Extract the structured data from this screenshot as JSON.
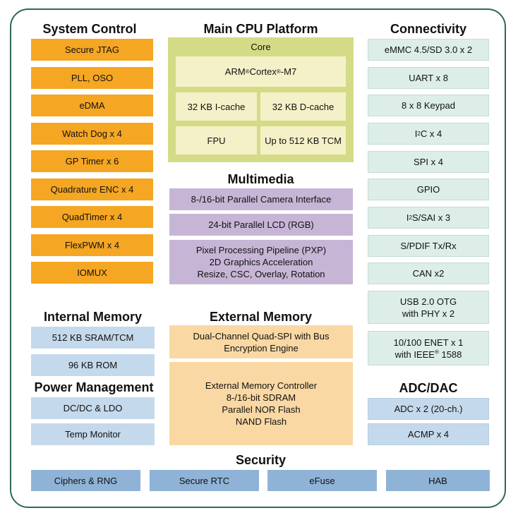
{
  "sections": {
    "system_control": "System Control",
    "main_cpu": "Main CPU Platform",
    "connectivity": "Connectivity",
    "multimedia": "Multimedia",
    "internal_memory": "Internal Memory",
    "external_memory": "External Memory",
    "power_management": "Power Management",
    "adc_dac": "ADC/DAC",
    "security": "Security"
  },
  "system_control": [
    "Secure JTAG",
    "PLL, OSO",
    "eDMA",
    "Watch Dog x 4",
    "GP Timer x 6",
    "Quadrature ENC x 4",
    "QuadTimer x 4",
    "FlexPWM x 4",
    "IOMUX"
  ],
  "cpu": {
    "core_label": "Core",
    "arm_a": "ARM",
    "arm_b": " Cortex",
    "arm_c": "-M7",
    "reg_mark": "®",
    "icache": "32 KB I-cache",
    "dcache": "32 KB D-cache",
    "fpu": "FPU",
    "tcm": "Up to 512 KB TCM"
  },
  "connectivity": {
    "emmc": "eMMC 4.5/SD 3.0 x 2",
    "uart": "UART x 8",
    "keypad": "8 x 8 Keypad",
    "i2c_a": "I",
    "i2c_sup": "2",
    "i2c_b": "C x 4",
    "spi": "SPI x 4",
    "gpio": "GPIO",
    "i2s_a": "I",
    "i2s_sup": "2",
    "i2s_b": "S/SAI x 3",
    "spdif": "S/PDIF Tx/Rx",
    "can": "CAN x2",
    "usb_l1": "USB 2.0 OTG",
    "usb_l2": "with PHY x 2",
    "enet_l1": "10/100 ENET x 1",
    "enet_l2a": "with IEEE",
    "enet_reg": "®",
    "enet_l2b": " 1588"
  },
  "multimedia": {
    "camera": "8-/16-bit Parallel Camera Interface",
    "lcd": "24-bit Parallel LCD (RGB)",
    "pxp_l1": "Pixel Processing Pipeline (PXP)",
    "pxp_l2": "2D Graphics Acceleration",
    "pxp_l3": "Resize, CSC, Overlay, Rotation"
  },
  "internal_memory": [
    "512 KB SRAM/TCM",
    "96 KB ROM"
  ],
  "power_management": [
    "DC/DC & LDO",
    "Temp Monitor"
  ],
  "external_memory": {
    "qspi_l1": "Dual-Channel Quad-SPI with Bus",
    "qspi_l2": "Encryption Engine",
    "emc_l1": "External Memory Controller",
    "emc_l2": "8-/16-bit SDRAM",
    "emc_l3": "Parallel NOR Flash",
    "emc_l4": "NAND Flash"
  },
  "adc_dac": [
    "ADC x 2 (20-ch.)",
    "ACMP x 4"
  ],
  "security": [
    "Ciphers & RNG",
    "Secure RTC",
    "eFuse",
    "HAB"
  ],
  "colors": {
    "frame": "#2d6a52",
    "system_control": "#f5a623",
    "cpu_outer": "#d4db86",
    "cpu_inner": "#f4f1c8",
    "connectivity": "#dceee7",
    "multimedia": "#c7b5d6",
    "external_memory": "#fad8a3",
    "internal_memory": "#c5d9ec",
    "security": "#8fb3d6"
  }
}
